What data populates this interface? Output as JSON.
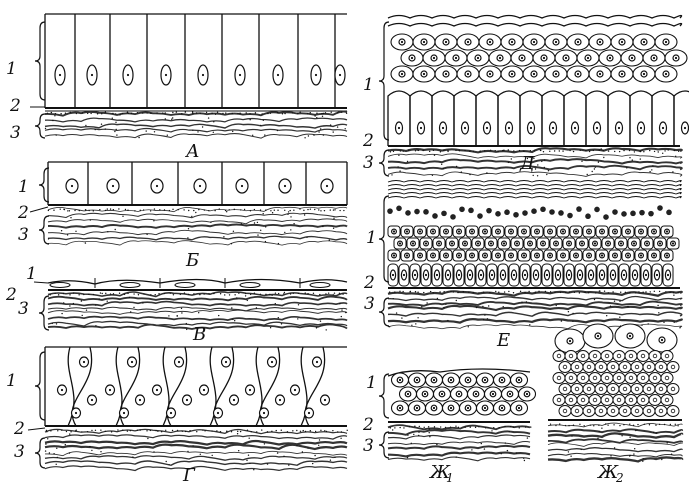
{
  "panels": {
    "A": {
      "label": "А",
      "layers": [
        "1",
        "2",
        "3"
      ]
    },
    "B": {
      "label": "Б",
      "layers": [
        "1",
        "2",
        "3"
      ]
    },
    "V": {
      "label": "В",
      "layers": [
        "1",
        "2",
        "3"
      ]
    },
    "G": {
      "label": "Г",
      "layers": [
        "1",
        "2",
        "3"
      ]
    },
    "D": {
      "label": "Д",
      "layers": [
        "1",
        "2",
        "3"
      ]
    },
    "E": {
      "label": "Е",
      "layers": [
        "1",
        "2",
        "3"
      ]
    },
    "J1": {
      "label": "Ж",
      "sub": "1",
      "layers": [
        "1",
        "2",
        "3"
      ]
    },
    "J2": {
      "label": "Ж",
      "sub": "2"
    }
  },
  "colors": {
    "ink": "#111111",
    "paper": "#ffffff",
    "fiber": "#333333"
  }
}
